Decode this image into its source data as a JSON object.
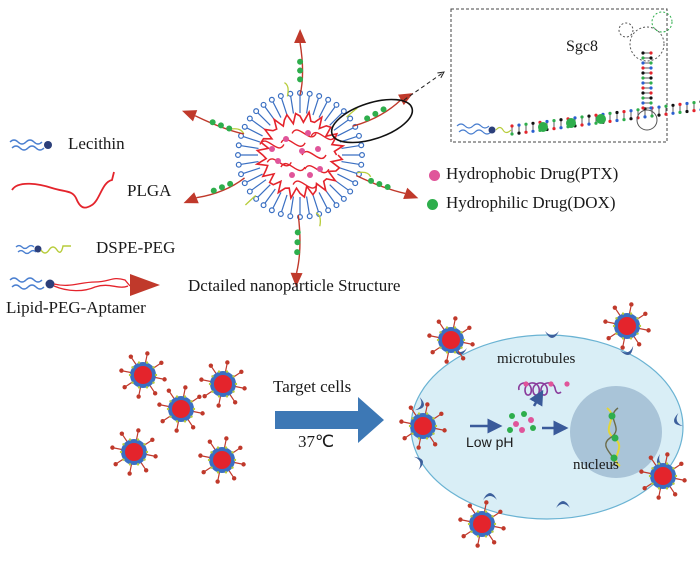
{
  "legend": {
    "items": [
      {
        "key": "lecithin",
        "label": "Lecithin"
      },
      {
        "key": "plga",
        "label": "PLGA"
      },
      {
        "key": "dspe_peg",
        "label": "DSPE-PEG"
      },
      {
        "key": "lipid_peg_aptamer",
        "label": "Lipid-PEG-Aptamer"
      }
    ]
  },
  "nanoparticle": {
    "caption": "Dctailed nanoparticle Structure"
  },
  "inset": {
    "aptamer_label": "Sgc8"
  },
  "drug_legend": {
    "items": [
      {
        "key": "hydrophobic",
        "label": "Hydrophobic Drug(PTX)",
        "color": "#e0559a"
      },
      {
        "key": "hydrophilic",
        "label": "Hydrophilic Drug(DOX)",
        "color": "#2eae4c"
      }
    ]
  },
  "process_arrow": {
    "top_label": "Target cells",
    "bottom_label": "37℃"
  },
  "cell": {
    "microtubules_label": "microtubules",
    "low_ph_label": "Low pH",
    "nucleus_label": "nucleus"
  },
  "colors": {
    "lipid_blue": "#3a6fc2",
    "head_navy": "#2c3f7a",
    "plga_red": "#e4242c",
    "peg_yellow": "#b7cc3a",
    "aptamer_red": "#c0392b",
    "drug_pink": "#e0559a",
    "drug_green": "#2eae4c",
    "arrow_blue": "#3d78b5",
    "cell_fill": "#d9eef6",
    "cell_stroke": "#6ab3d3",
    "nucleus_fill": "#a9c4d8",
    "receptor": "#3c5f9c",
    "microtubule": "#8a3c9c"
  }
}
